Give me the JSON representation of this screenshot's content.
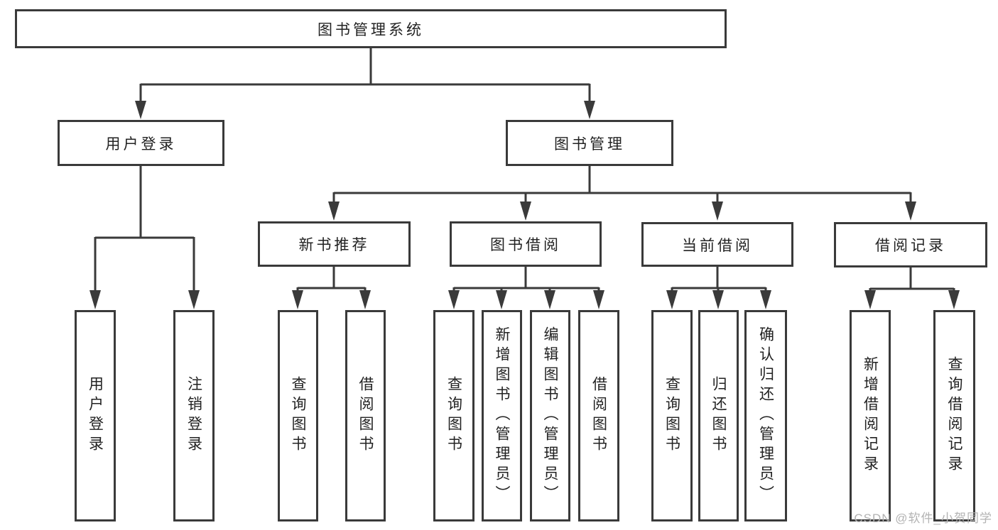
{
  "diagram": {
    "root": {
      "label": "图书管理系统"
    },
    "level2": [
      {
        "label": "用户登录"
      },
      {
        "label": "图书管理"
      }
    ],
    "level3": [
      {
        "label": "新书推荐"
      },
      {
        "label": "图书借阅"
      },
      {
        "label": "当前借阅"
      },
      {
        "label": "借阅记录"
      }
    ],
    "leaves": [
      {
        "label": "用户登录"
      },
      {
        "label": "注销登录"
      },
      {
        "label": "查询图书"
      },
      {
        "label": "借阅图书"
      },
      {
        "label": "查询图书"
      },
      {
        "label": "新增图书（管理员）"
      },
      {
        "label": "编辑图书（管理员）"
      },
      {
        "label": "借阅图书"
      },
      {
        "label": "查询图书"
      },
      {
        "label": "归还图书"
      },
      {
        "label": "确认归还（管理员）"
      },
      {
        "label": "新增借阅记录"
      },
      {
        "label": "查询借阅记录"
      }
    ]
  },
  "watermark": "CSDN @软件_小贺同学",
  "colors": {
    "line": "#3a3a3a",
    "text": "#222222",
    "watermark": "#b3b3b3",
    "background": "#ffffff"
  }
}
